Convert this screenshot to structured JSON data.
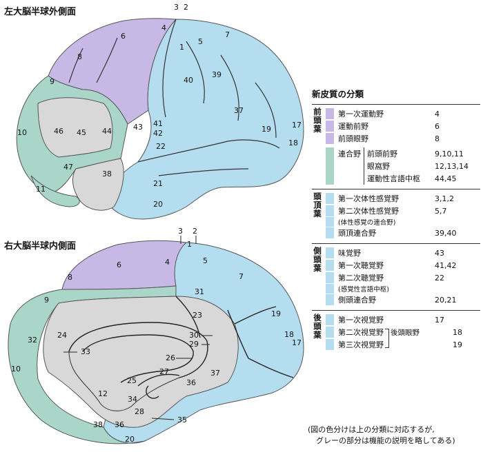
{
  "titles": {
    "left": "左大脳半球外側面",
    "right": "右大脳半球内側面"
  },
  "colors": {
    "motor": "#c7b8e6",
    "association": "#a9d6c8",
    "sensory": "#b4ddf0",
    "gray": "#d8d8d8"
  },
  "lateral_labels": [
    "3",
    "2",
    "4",
    "6",
    "8",
    "9",
    "10",
    "46",
    "45",
    "44",
    "47",
    "11",
    "38",
    "43",
    "41",
    "42",
    "22",
    "21",
    "20",
    "1",
    "5",
    "7",
    "40",
    "39",
    "37",
    "19",
    "17",
    "18"
  ],
  "medial_labels": [
    "3",
    "2",
    "1",
    "5",
    "7",
    "4",
    "6",
    "8",
    "9",
    "31",
    "23",
    "24",
    "32",
    "33",
    "10",
    "30",
    "29",
    "26",
    "27",
    "25",
    "12",
    "34",
    "28",
    "36",
    "35",
    "38",
    "36",
    "20",
    "37",
    "19",
    "18",
    "17"
  ],
  "legend": {
    "title": "新皮質の分類",
    "frontal": {
      "name": "前頭葉",
      "rows": [
        {
          "label": "第一次運動野",
          "num": "4"
        },
        {
          "label": "運動前野",
          "num": "6"
        },
        {
          "label": "前頭眼野",
          "num": "8"
        }
      ],
      "assoc_label": "連合野",
      "assoc_rows": [
        {
          "label": "前頭前野",
          "num": "9,10,11"
        },
        {
          "label": "眼窩野",
          "num": "12,13,14"
        },
        {
          "label": "運動性言語中枢",
          "num": "44,45"
        }
      ]
    },
    "parietal": {
      "name": "頭頂葉",
      "rows": [
        {
          "label": "第一次体性感覚野",
          "num": "3,1,2"
        },
        {
          "label": "第二次体性感覚野",
          "num": "5,7"
        },
        {
          "label": "(体性感覚の連合野)",
          "num": ""
        },
        {
          "label": "頭頂連合野",
          "num": "39,40"
        }
      ]
    },
    "temporal": {
      "name": "側頭葉",
      "rows": [
        {
          "label": "味覚野",
          "num": "43"
        },
        {
          "label": "第一次聴覚野",
          "num": "41,42"
        },
        {
          "label": "第二次聴覚野",
          "num": "22"
        },
        {
          "label": "(感覚性言語中枢)",
          "num": ""
        },
        {
          "label": "側頭連合野",
          "num": "20,21"
        }
      ]
    },
    "occipital": {
      "name": "後頭葉",
      "rows": [
        {
          "label": "第一次視覚野",
          "num": "17"
        },
        {
          "label": "第二次視覚野",
          "num": "18"
        },
        {
          "label": "第三次視覚野",
          "num": "19"
        }
      ],
      "bracket_label": "後頭眼野"
    }
  },
  "note": {
    "line1": "(図の色分けは上の分類に対応するが,",
    "line2": "グレーの部分は機能の説明を略してある)"
  }
}
